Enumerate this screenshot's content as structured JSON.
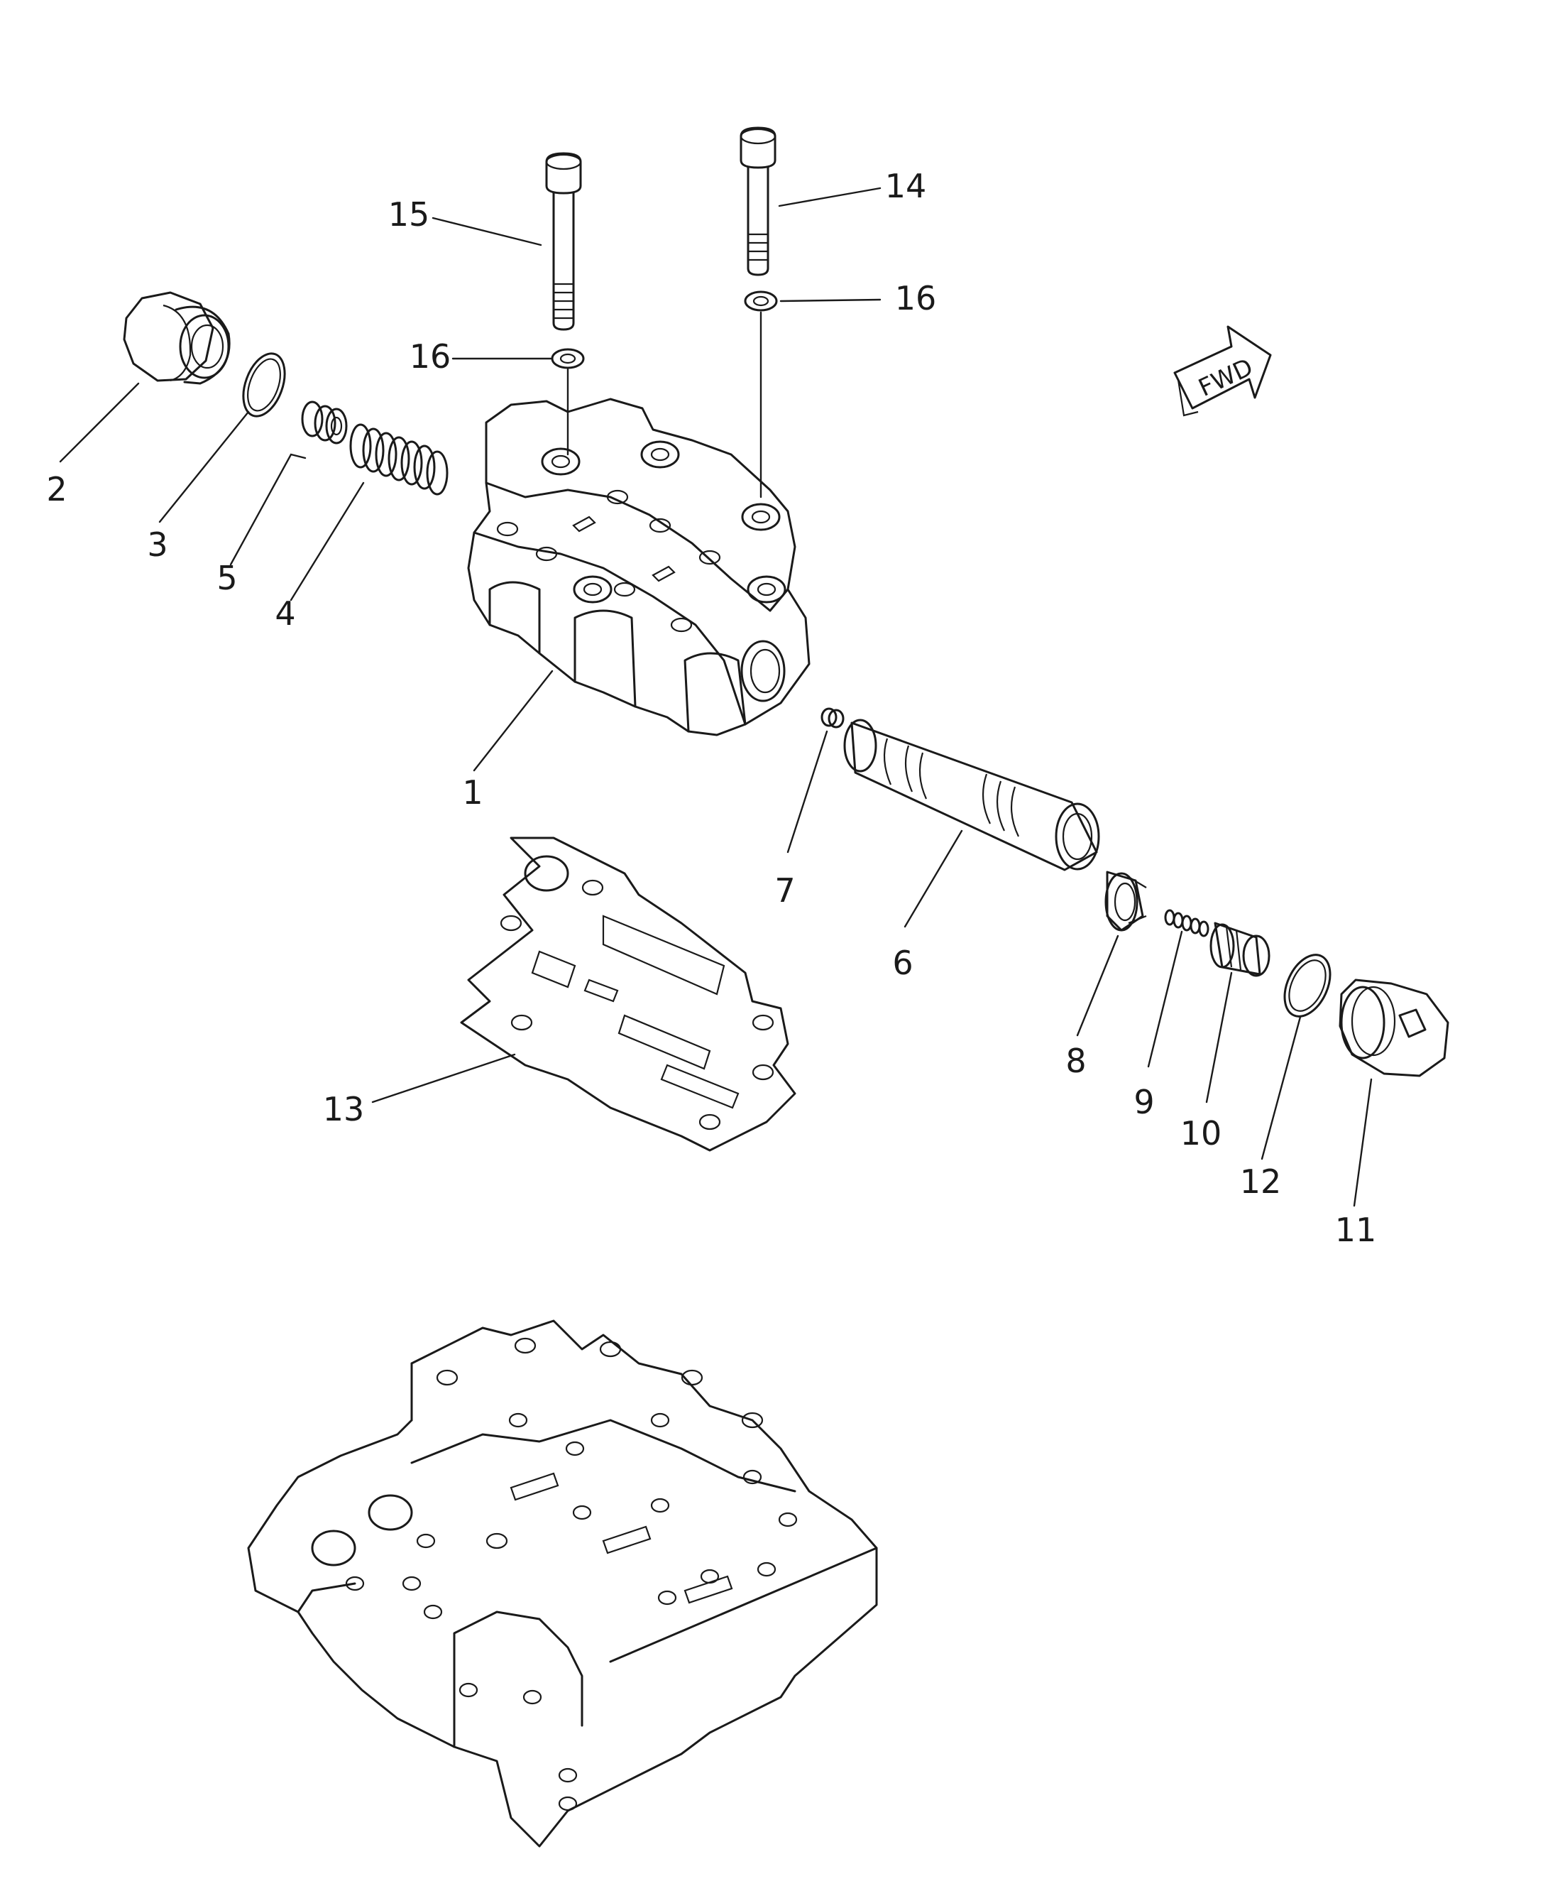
{
  "diagram": {
    "direction_label": "FWD",
    "callouts": [
      {
        "id": "1",
        "text": "1"
      },
      {
        "id": "2",
        "text": "2"
      },
      {
        "id": "3",
        "text": "3"
      },
      {
        "id": "4",
        "text": "4"
      },
      {
        "id": "5",
        "text": "5"
      },
      {
        "id": "6",
        "text": "6"
      },
      {
        "id": "7",
        "text": "7"
      },
      {
        "id": "8",
        "text": "8"
      },
      {
        "id": "9",
        "text": "9"
      },
      {
        "id": "10",
        "text": "10"
      },
      {
        "id": "11",
        "text": "11"
      },
      {
        "id": "12",
        "text": "12"
      },
      {
        "id": "13",
        "text": "13"
      },
      {
        "id": "14",
        "text": "14"
      },
      {
        "id": "15",
        "text": "15"
      },
      {
        "id": "16a",
        "text": "16"
      },
      {
        "id": "16b",
        "text": "16"
      }
    ]
  }
}
